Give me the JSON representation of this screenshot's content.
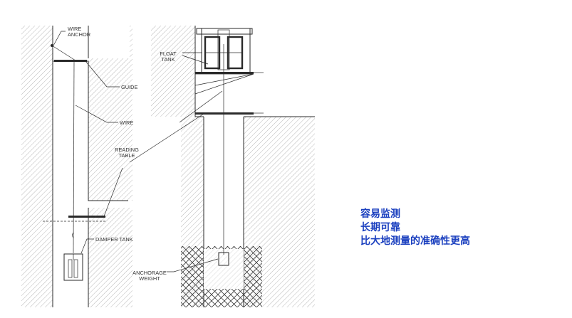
{
  "diagram": {
    "labels": {
      "wire_anchor_1": "WIRE",
      "wire_anchor_2": "ANCHOR",
      "guide": "GUIDE",
      "wire": "WIRE",
      "reading_table_1": "READING",
      "reading_table_2": "TABLE",
      "damper_tank": "DAMPER TANK",
      "float_tank_1": "FLOAT",
      "float_tank_2": "TANK",
      "anchorage_weight_1": "ANCHORAGE",
      "anchorage_weight_2": "WEIGHT"
    }
  },
  "notes": {
    "color": "#1a3fbf",
    "items": [
      "容易监测",
      "长期可靠",
      "比大地测量的准确性更高"
    ]
  }
}
